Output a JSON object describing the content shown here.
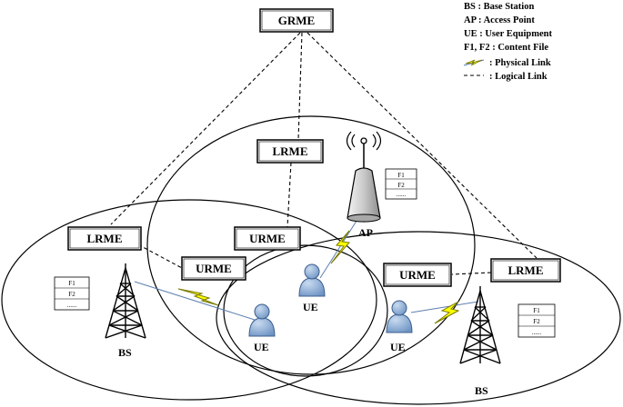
{
  "boxes": {
    "grme": "GRME",
    "lrme_top": "LRME",
    "lrme_left": "LRME",
    "lrme_right": "LRME",
    "urme_left": "URME",
    "urme_mid": "URME",
    "urme_right": "URME"
  },
  "nodes": {
    "ap_label": "AP",
    "bs_left_label": "BS",
    "bs_right_label": "BS",
    "ue_left_label": "UE",
    "ue_mid_label": "UE",
    "ue_right_label": "UE"
  },
  "caches": {
    "ap": [
      "F1",
      "F2",
      "......"
    ],
    "bs_left": [
      "F1",
      "F2",
      "......"
    ],
    "bs_right": [
      "F1",
      "F2",
      "......"
    ]
  },
  "legend": {
    "bs": "BS :   Base Station",
    "ap": "AP :   Access Point",
    "ue": "UE :   User Equipment",
    "files": "F1, F2 :   Content File",
    "physical": ":   Physical Link",
    "logical": ":   Logical Link"
  },
  "colors": {
    "line": "#000000",
    "lightning_fill": "#ffff00",
    "lightning_stroke": "#7a7a00",
    "user_fill": "#7fa3cf",
    "user_stroke": "#3d5f8c",
    "ap_fill": "#d8d8d8"
  }
}
